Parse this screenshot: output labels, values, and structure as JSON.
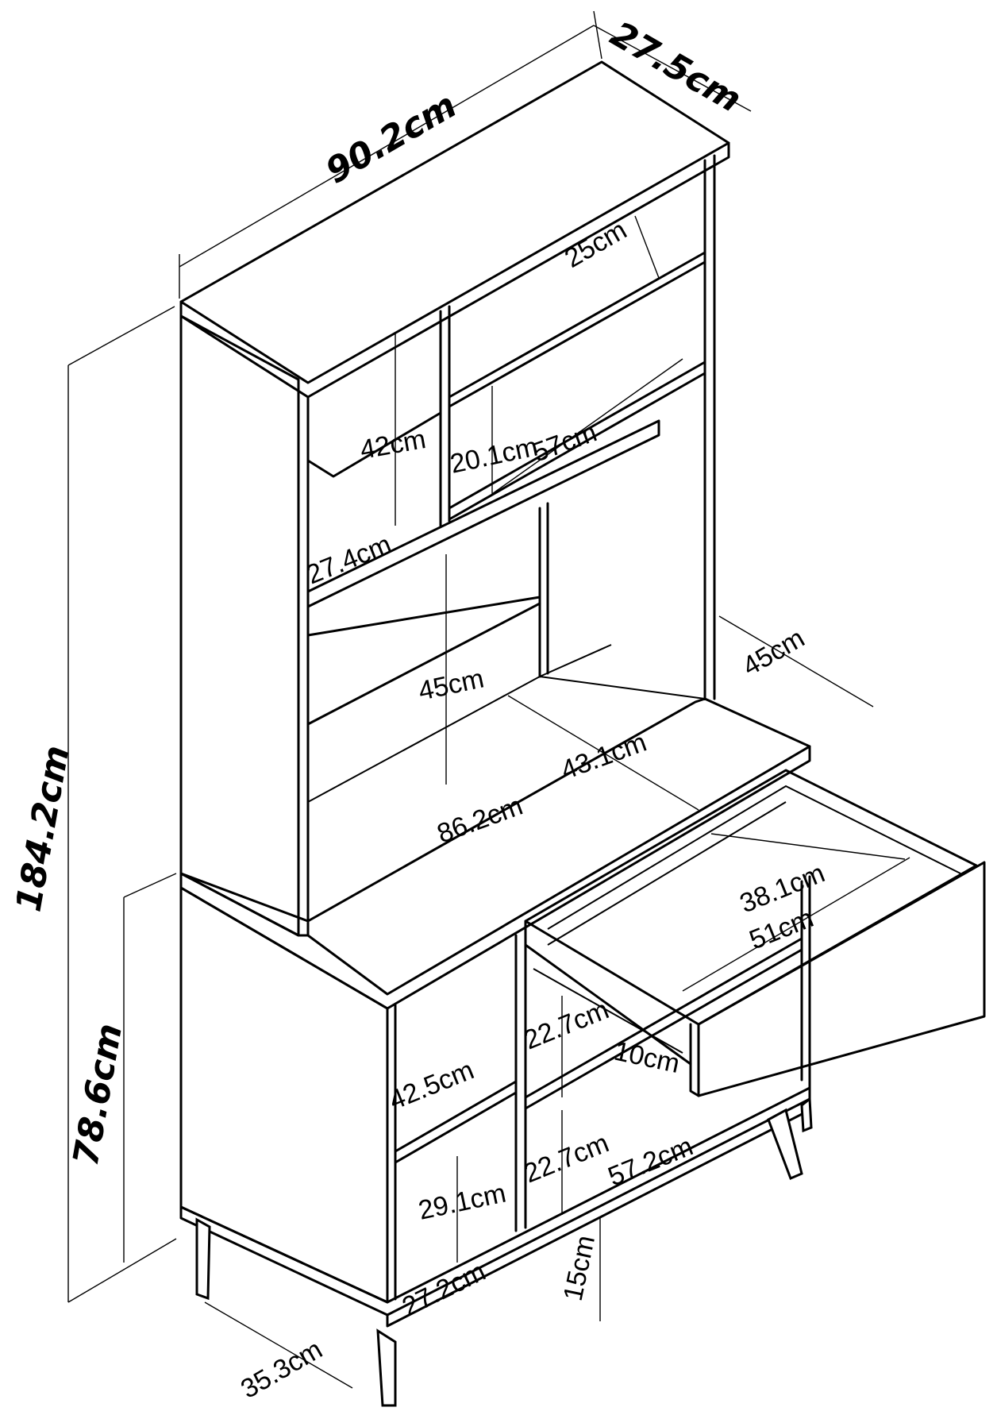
{
  "diagram": {
    "overall": {
      "width": "90.2cm",
      "depth": "27.5cm",
      "height": "184.2cm",
      "lower_height": "78.6cm",
      "lower_depth": "35.3cm"
    },
    "inner": {
      "shelf_top_depth": "25cm",
      "left_compartment_height": "42cm",
      "right_compartment_height": "20.1cm",
      "upper_shelf_width": "57cm",
      "left_shelf_width": "27.4cm",
      "niche_height": "45cm",
      "counter_depth": "45cm",
      "niche_width": "43.1cm",
      "counter_width": "86.2cm",
      "drawer_depth": "38.1cm",
      "drawer_width": "51cm",
      "cabinet_shelf_width": "42.5cm",
      "cabinet_upper_height": "22.7cm",
      "drawer_height": "10cm",
      "cabinet_lower_height": "22.7cm",
      "cabinet_width": "57.2cm",
      "left_cabinet_height": "29.1cm",
      "bottom_shelf_width": "27.2cm",
      "leg_height": "15cm"
    }
  }
}
